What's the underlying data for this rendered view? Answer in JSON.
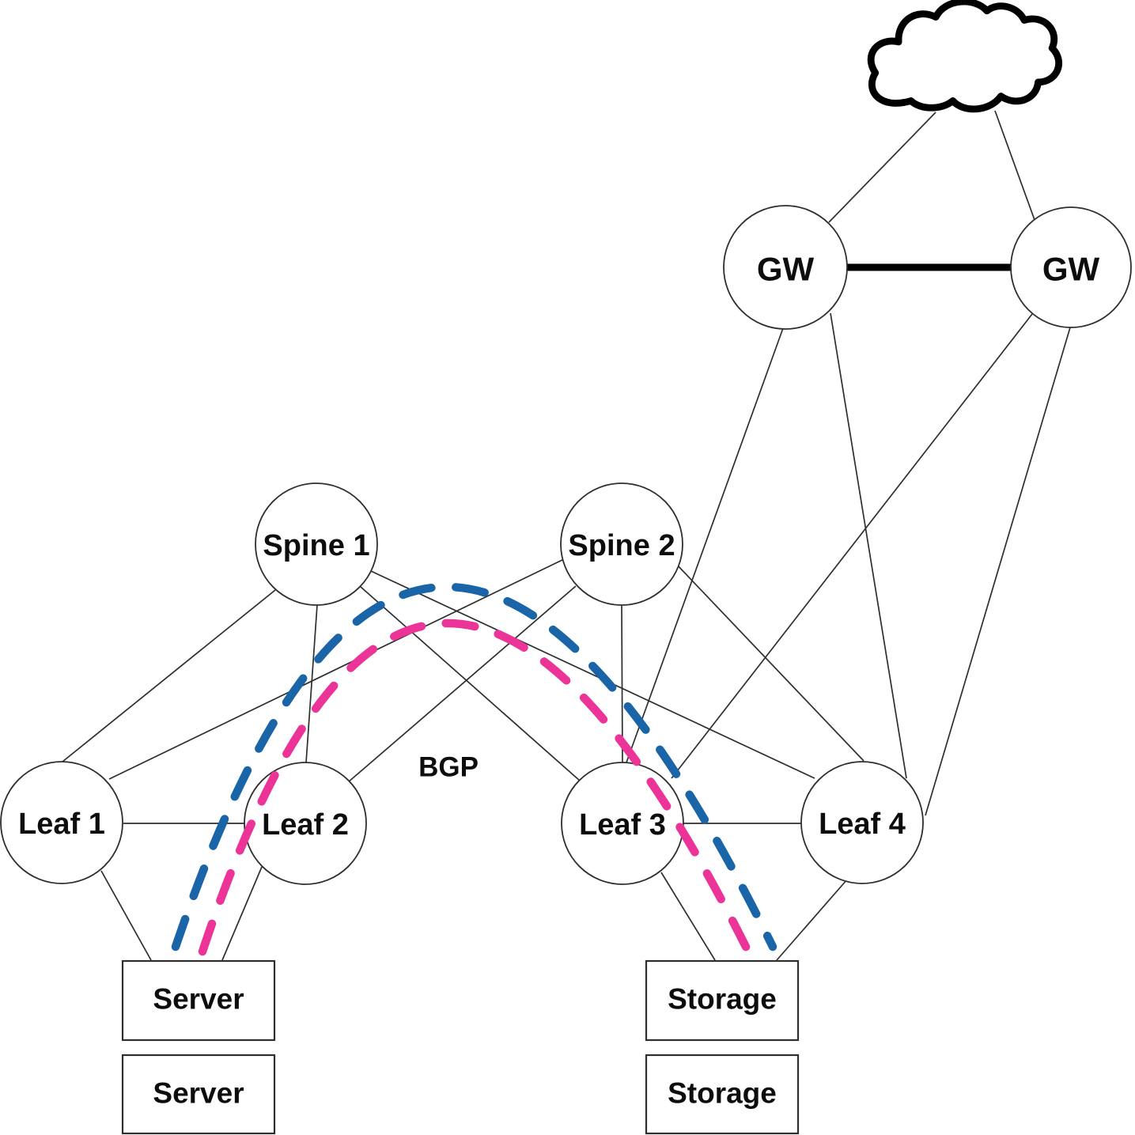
{
  "diagram": {
    "description": "Leaf-spine data-center network topology with border gateways to an external cloud and a BGP overlay path between Server and Storage",
    "annotations": {
      "bgp": "BGP"
    },
    "colors": {
      "overlay_blue": "#1A64A8",
      "overlay_pink": "#EC3398",
      "edge_thin": "#2e2e2e",
      "edge_thick": "#000000",
      "node_fill": "#ffffff"
    },
    "cloud": {
      "name": "internet-cloud"
    },
    "nodes": {
      "spine1": {
        "label": "Spine 1"
      },
      "spine2": {
        "label": "Spine 2"
      },
      "leaf1": {
        "label": "Leaf 1"
      },
      "leaf2": {
        "label": "Leaf 2"
      },
      "leaf3": {
        "label": "Leaf 3"
      },
      "leaf4": {
        "label": "Leaf 4"
      },
      "gw_left": {
        "label": "GW"
      },
      "gw_right": {
        "label": "GW"
      }
    },
    "boxes": {
      "server1": {
        "label": "Server"
      },
      "server2": {
        "label": "Server"
      },
      "storage1": {
        "label": "Storage"
      },
      "storage2": {
        "label": "Storage"
      }
    },
    "edges": [
      {
        "from": "cloud",
        "to": "gw-left",
        "style": "thin"
      },
      {
        "from": "cloud",
        "to": "gw-right",
        "style": "thin"
      },
      {
        "from": "gw-left",
        "to": "gw-right",
        "style": "thick"
      },
      {
        "from": "gw-left",
        "to": "leaf3",
        "style": "thin"
      },
      {
        "from": "gw-left",
        "to": "leaf4",
        "style": "thin"
      },
      {
        "from": "gw-right",
        "to": "leaf3",
        "style": "thin"
      },
      {
        "from": "gw-right",
        "to": "leaf4",
        "style": "thin"
      },
      {
        "from": "spine1",
        "to": "leaf1",
        "style": "thin"
      },
      {
        "from": "spine1",
        "to": "leaf2",
        "style": "thin"
      },
      {
        "from": "spine1",
        "to": "leaf3",
        "style": "thin"
      },
      {
        "from": "spine1",
        "to": "leaf4",
        "style": "thin"
      },
      {
        "from": "spine2",
        "to": "leaf1",
        "style": "thin"
      },
      {
        "from": "spine2",
        "to": "leaf2",
        "style": "thin"
      },
      {
        "from": "spine2",
        "to": "leaf3",
        "style": "thin"
      },
      {
        "from": "spine2",
        "to": "leaf4",
        "style": "thin"
      },
      {
        "from": "leaf1",
        "to": "leaf2",
        "style": "thin"
      },
      {
        "from": "leaf3",
        "to": "leaf4",
        "style": "thin"
      },
      {
        "from": "leaf1",
        "to": "server1",
        "style": "thin"
      },
      {
        "from": "leaf2",
        "to": "server1",
        "style": "thin"
      },
      {
        "from": "leaf3",
        "to": "storage1",
        "style": "thin"
      },
      {
        "from": "leaf4",
        "to": "storage1",
        "style": "thin"
      }
    ],
    "overlays": [
      {
        "id": "overlay-path-blue",
        "color": "#1A64A8",
        "from": "server1",
        "to": "storage1"
      },
      {
        "id": "overlay-path-pink",
        "color": "#EC3398",
        "from": "server1",
        "to": "storage1"
      }
    ]
  }
}
